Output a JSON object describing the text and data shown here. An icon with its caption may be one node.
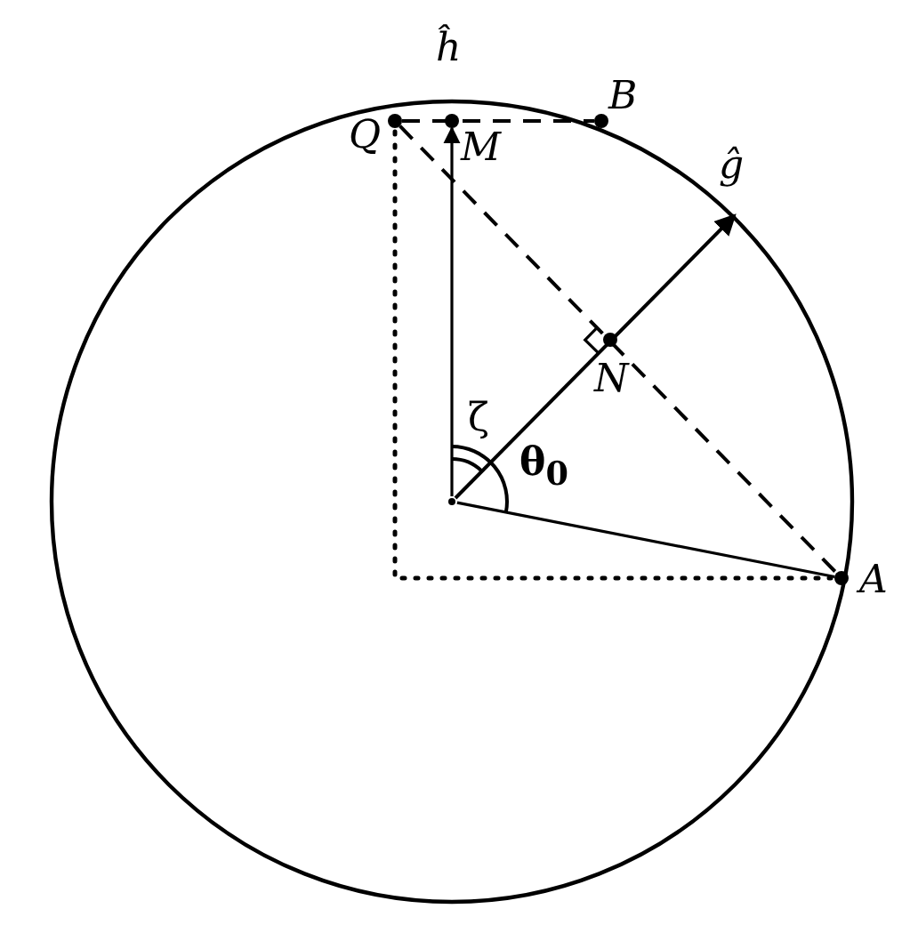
{
  "diagram": {
    "nodes": [
      {
        "text": [
          "Q"
        ]
      },
      {
        "text": [
          "M"
        ]
      },
      {
        "text": [
          "B"
        ]
      },
      {
        "text": [
          "N"
        ]
      },
      {
        "text": [
          "A"
        ]
      },
      {
        "text": [],
        "shape": "point"
      }
    ],
    "edges": [
      {
        "from": 0,
        "to": 2,
        "arrow": "none",
        "style": "dashed"
      },
      {
        "from": 0,
        "to": 4,
        "arrow": "none",
        "style": "dashed"
      },
      {
        "from": 5,
        "to": 4,
        "arrow": "none"
      },
      {
        "from": 5,
        "to": 1,
        "arrow": "to"
      }
    ],
    "labels": [
      "ĥ",
      "ĝ",
      "ζ",
      "θ$_{0}$"
    ]
  }
}
